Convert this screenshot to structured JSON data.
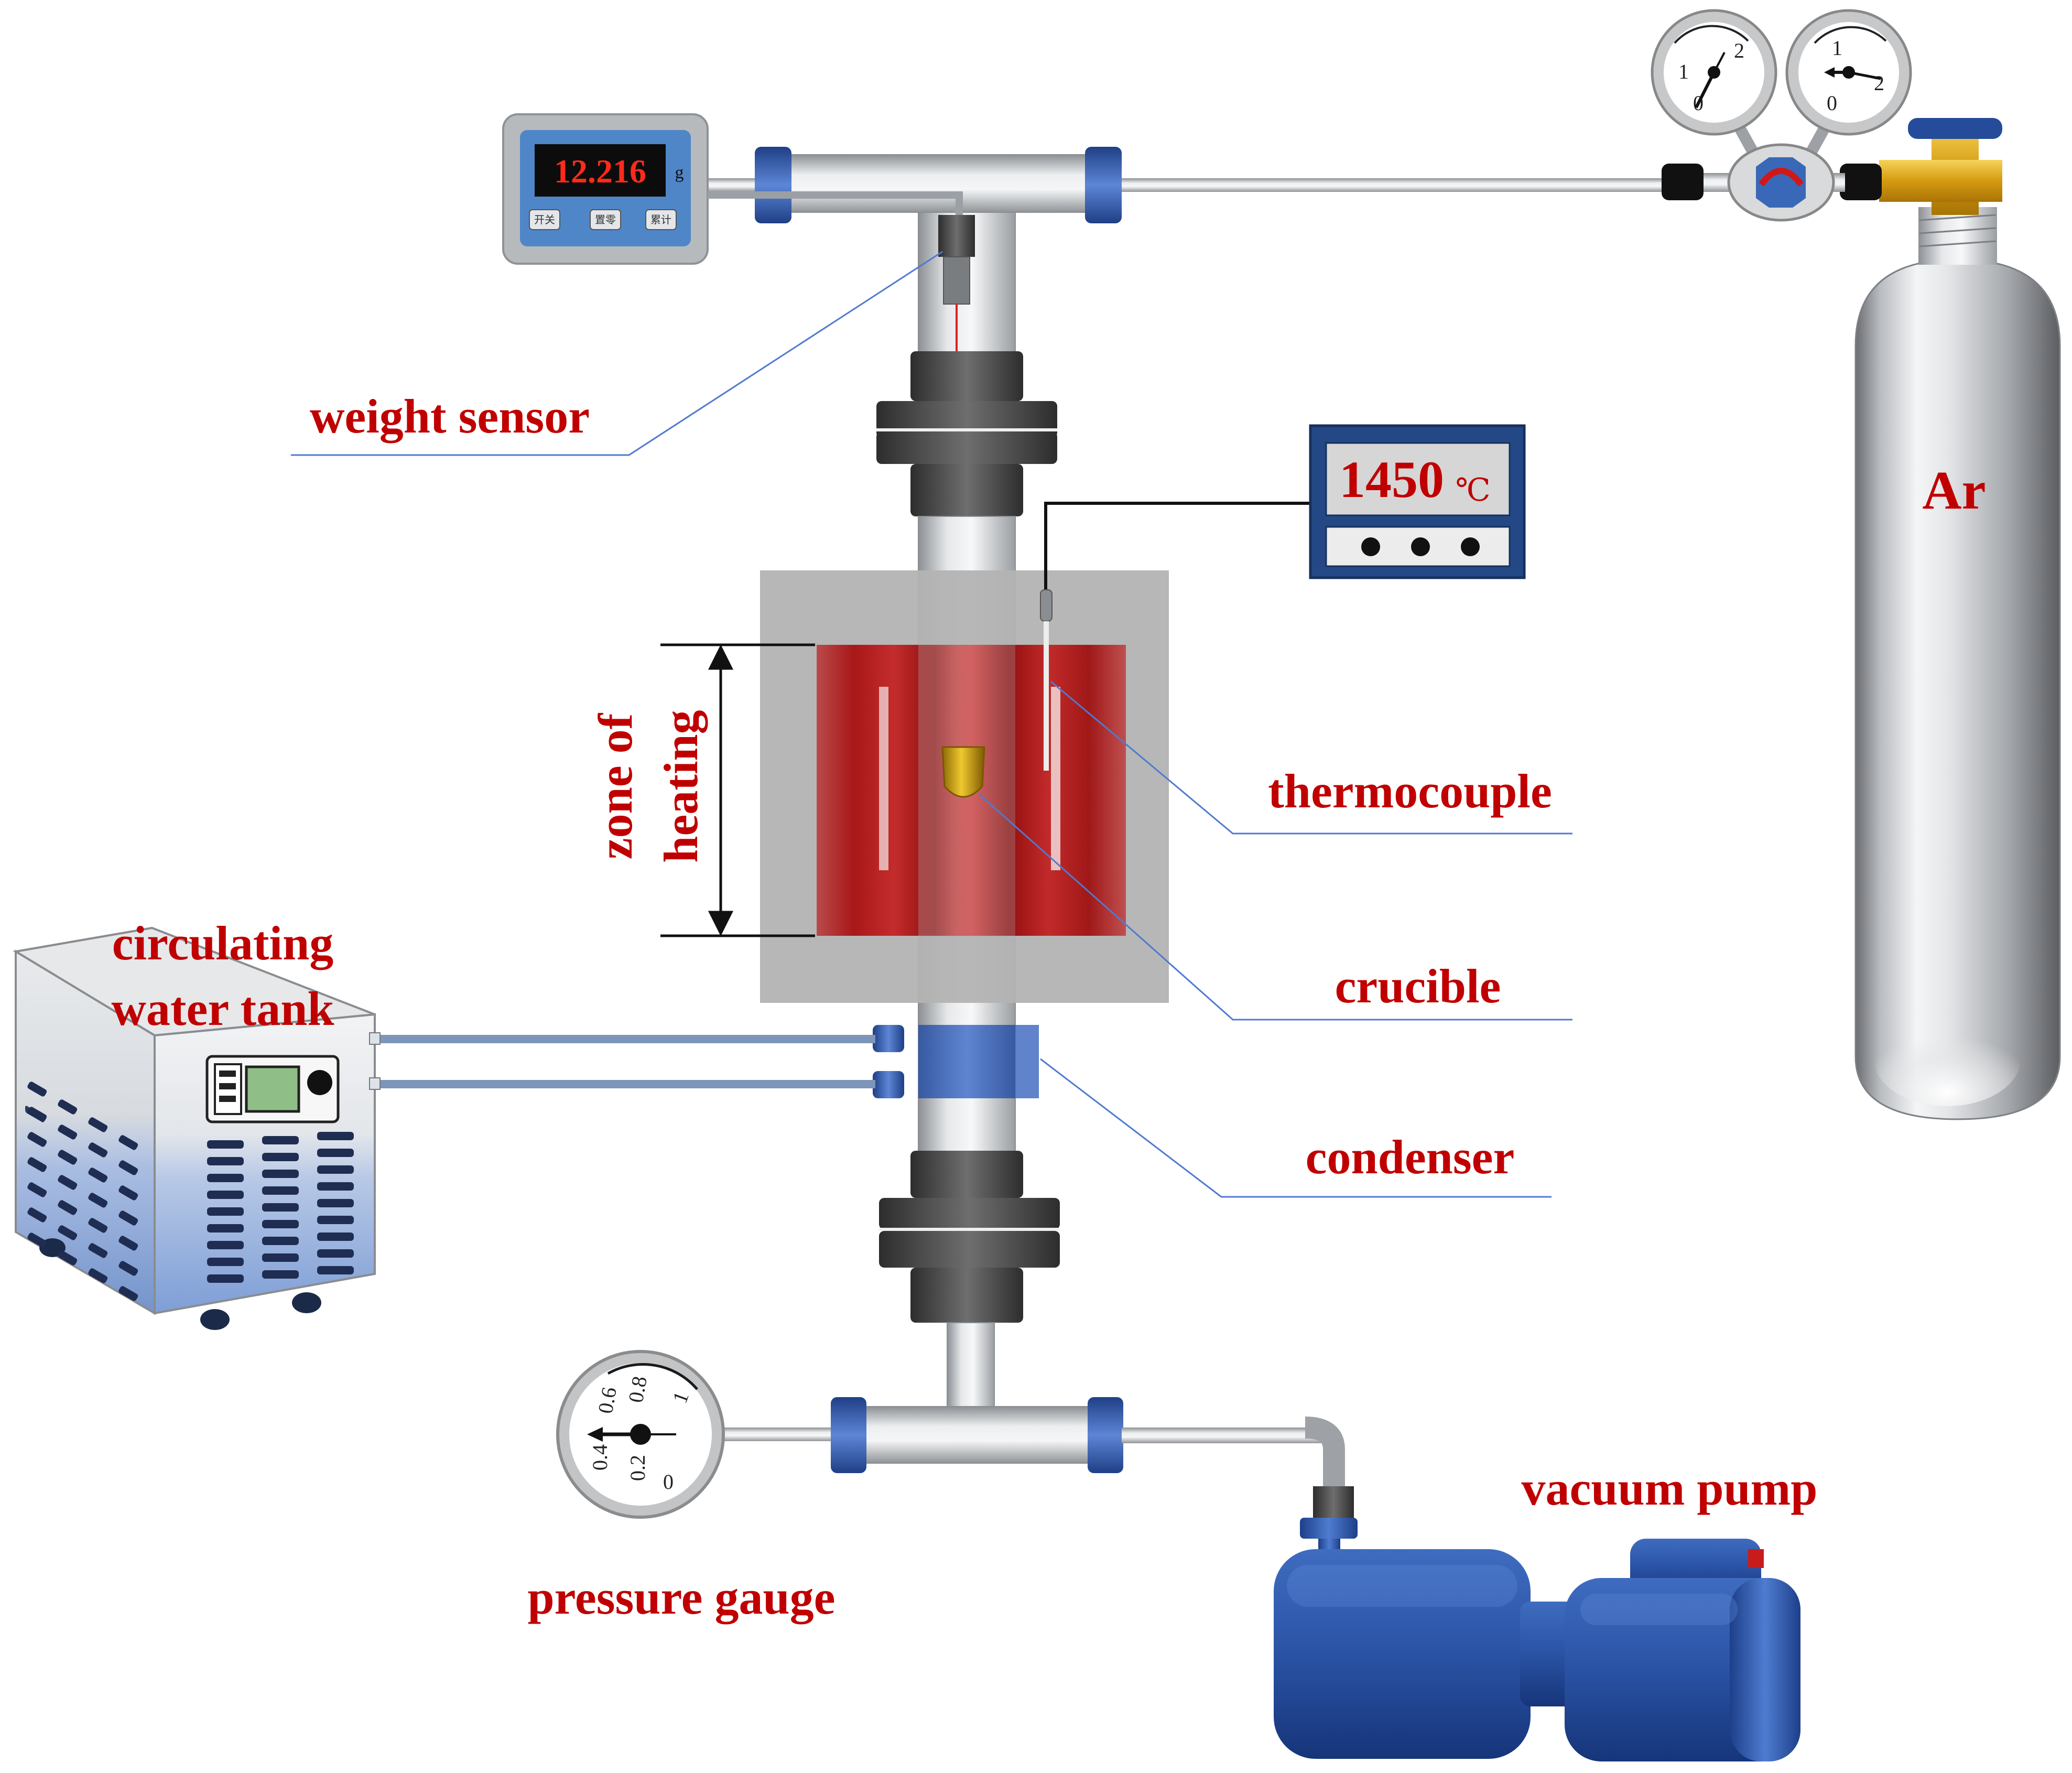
{
  "colors": {
    "label": "#c00000",
    "metal_blue": "#3d64b0",
    "pipe_grey": "#c6c9cc",
    "furnace_red": "#b81616",
    "display_red": "#ff2a1a",
    "brass": "#e0aa1a"
  },
  "weight_sensor_display": {
    "reading": "12.216",
    "unit": "g",
    "buttons": [
      "开关",
      "置零",
      "累计"
    ]
  },
  "temperature_controller": {
    "reading": "1450",
    "unit": "℃"
  },
  "gas_cylinder": {
    "gas": "Ar"
  },
  "labels": {
    "weight_sensor": "weight sensor",
    "zone_heating_line1": "zone of",
    "zone_heating_line2": "heating",
    "thermocouple": "thermocouple",
    "crucible": "crucible",
    "circulating_line1": "circulating",
    "circulating_line2": "water tank",
    "condenser": "condenser",
    "vacuum_pump": "vacuum pump",
    "pressure_gauge": "pressure gauge"
  },
  "pressure_gauge_dial": {
    "scale": [
      "0",
      "0.2",
      "0.4",
      "0.6",
      "0.8",
      "1"
    ]
  },
  "regulator_gauge_left": {
    "scale": [
      "0",
      "1",
      "2"
    ]
  },
  "regulator_gauge_right": {
    "scale": [
      "0",
      "1",
      "2"
    ]
  },
  "icons": [
    "balance-icon",
    "thermometer-icon",
    "gas-cylinder-icon",
    "gauge-icon",
    "pump-icon",
    "chiller-icon"
  ]
}
